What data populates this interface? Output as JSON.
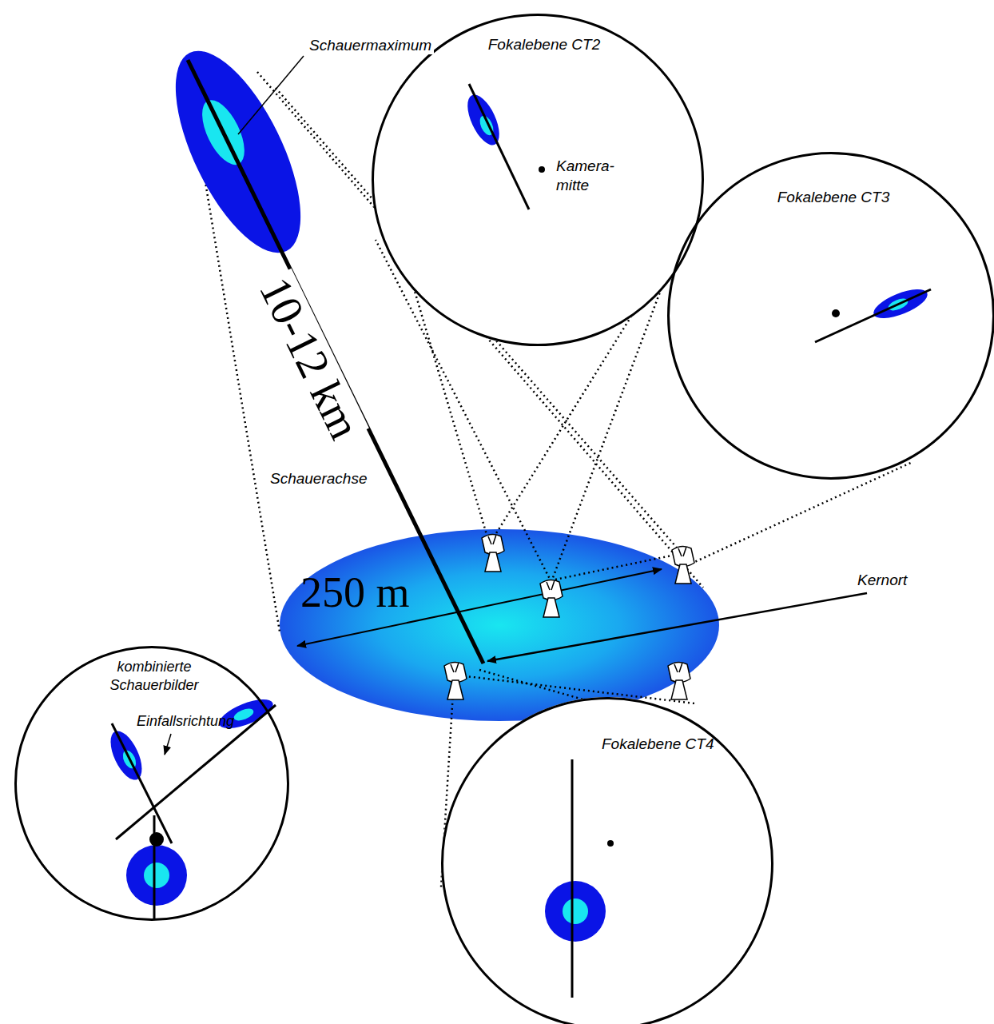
{
  "diagram": {
    "nodes": [
      {
        "text": [
          "Fokalebene CT2",
          "Kamera- mitte"
        ]
      },
      {
        "text": [
          "Fokalebene CT3"
        ]
      },
      {
        "text": [
          "250 m"
        ]
      },
      {
        "text": [
          "kombinierte Schauerbilder",
          "Einfallsrichtung"
        ]
      },
      {
        "text": [
          "Fokalebene CT4"
        ]
      }
    ],
    "labels": [
      "Schauermaximum",
      "10-12 km",
      "Schauerachse",
      "Kernort"
    ]
  }
}
